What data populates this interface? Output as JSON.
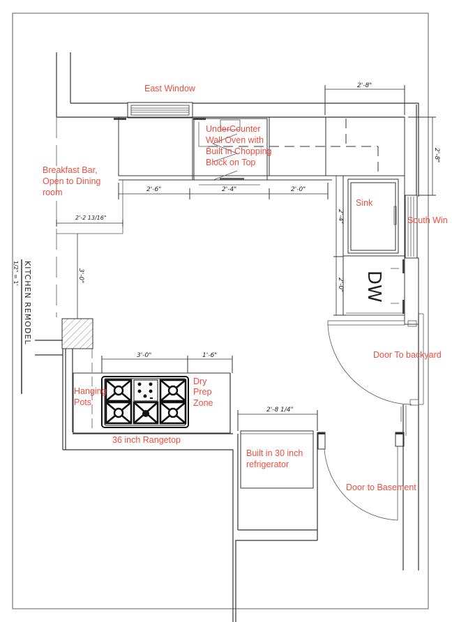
{
  "drawing": {
    "title": "KITCHEN REMODEL",
    "scale": "1/2\" = 1'",
    "border_color": "#777777",
    "annotation_color": "#ef4e3f"
  },
  "annotations": {
    "east_window": "East Window",
    "undercounter_oven": [
      "UnderCounter",
      "Wall Oven with",
      "Built in Chopping",
      "Block on Top"
    ],
    "breakfast_bar": [
      "Breakfast Bar,",
      "Open to Dining",
      "room"
    ],
    "sink": "Sink",
    "south_window": "South Win",
    "door_backyard": "Door To backyard",
    "hanging_pots": [
      "Hanging",
      "Pots"
    ],
    "dry_prep": [
      "Dry",
      "Prep",
      "Zone"
    ],
    "rangetop": "36 inch Rangetop",
    "refrigerator": [
      "Built in 30 inch",
      "refrigerator"
    ],
    "door_basement": "Door to Basement"
  },
  "dimensions": {
    "top_right_width": "2'-8\"",
    "right_depth": "2'-8\"",
    "cab_1": "2'-6\"",
    "cab_2": "2'-4\"",
    "cab_3": "2'-0\"",
    "bar_width": "2'-2 13/16\"",
    "bar_clearance": "3'-0\"",
    "sink_len": "2'-4\"",
    "dw_len": "2'-0\"",
    "range_width": "3'-0\"",
    "prep_width": "1'-6\"",
    "fridge_width": "2'-8 1/4\""
  },
  "appliances": {
    "dishwasher_label": "DW"
  }
}
